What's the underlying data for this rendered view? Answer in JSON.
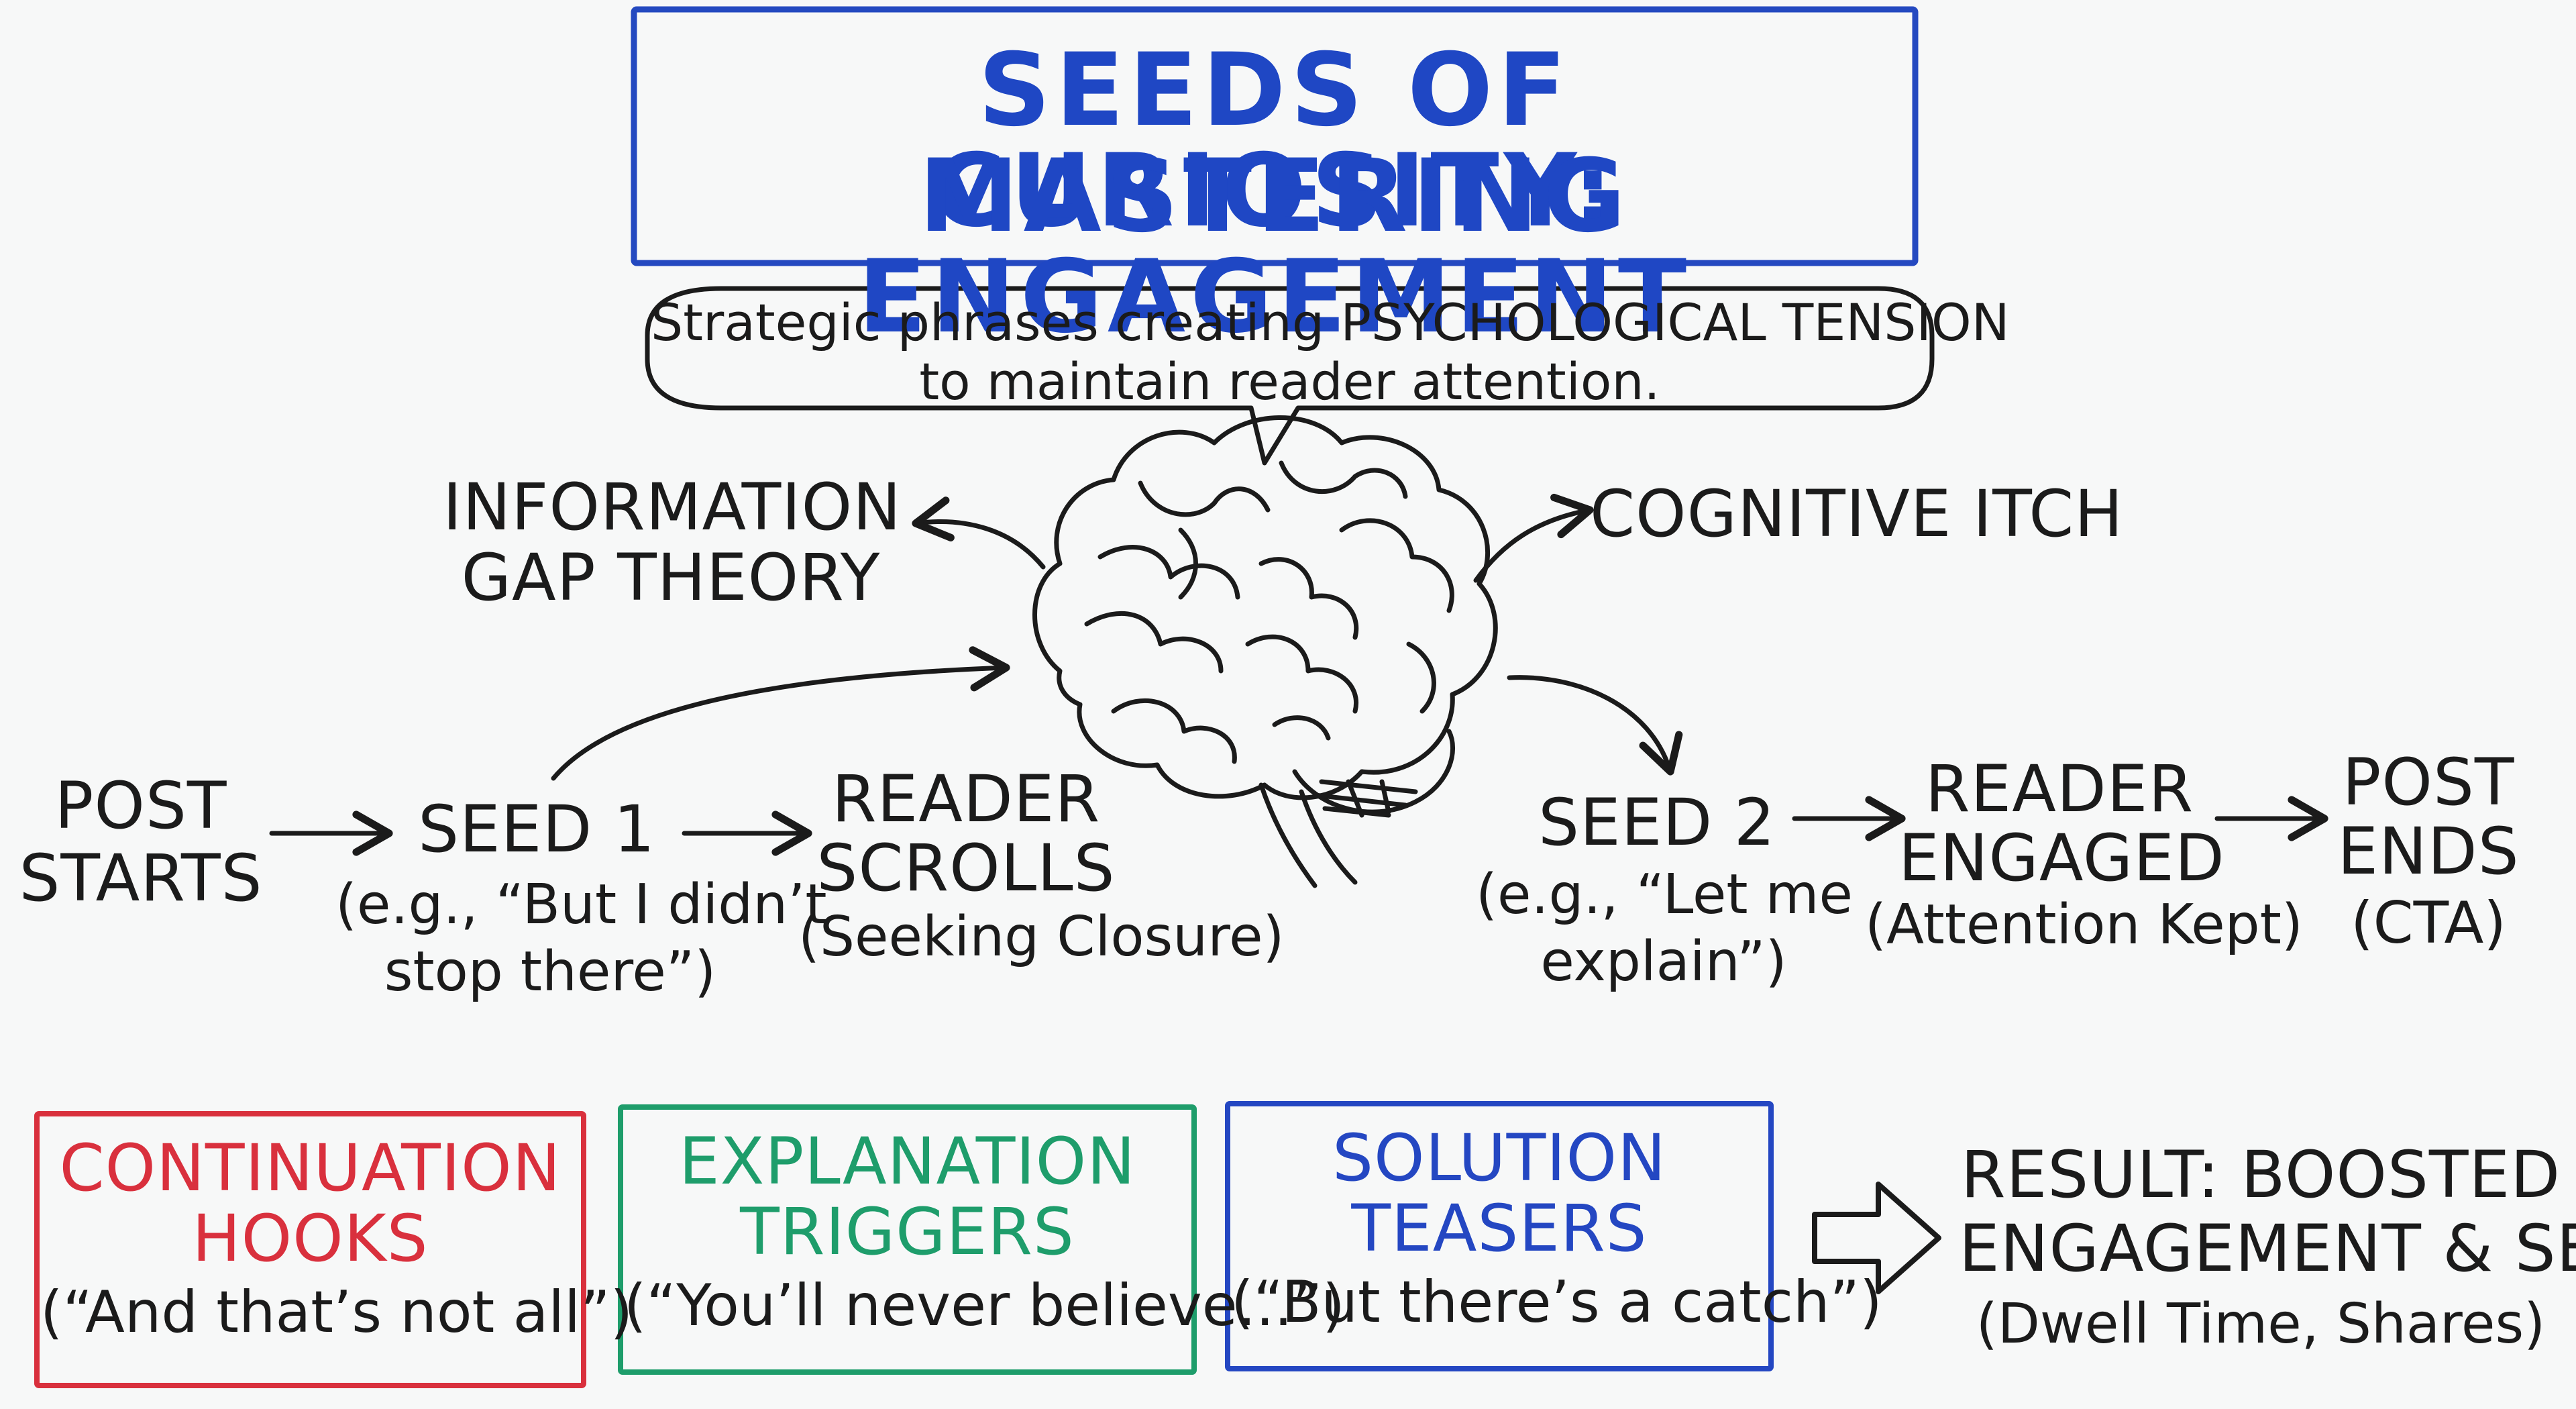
{
  "title": {
    "line1": "SEEDS OF CURIOSITY:",
    "line2": "MASTERING ENGAGEMENT"
  },
  "subtitle": {
    "line1": "Strategic phrases creating PSYCHOLOGICAL TENSION",
    "line2": "to maintain reader attention."
  },
  "brain_branches": {
    "left": {
      "line1": "INFORMATION",
      "line2": "GAP THEORY"
    },
    "right": "COGNITIVE ITCH"
  },
  "flow": {
    "post_starts": {
      "line1": "POST",
      "line2": "STARTS"
    },
    "seed1": {
      "label": "SEED 1",
      "ex1": "(e.g., “But I didn’t",
      "ex2": "stop there”)"
    },
    "reader_scrolls": {
      "line1": "READER",
      "line2": "SCROLLS",
      "note": "(Seeking Closure)"
    },
    "seed2": {
      "label": "SEED 2",
      "ex1": "(e.g., “Let me",
      "ex2": "explain”)"
    },
    "reader_engaged": {
      "line1": "READER",
      "line2": "ENGAGED",
      "note": "(Attention Kept)"
    },
    "post_ends": {
      "line1": "POST",
      "line2": "ENDS",
      "note": "(CTA)"
    }
  },
  "categories": [
    {
      "line1": "CONTINUATION",
      "line2": "HOOKS",
      "example": "(“And that’s not all”)",
      "color": "#d9303d"
    },
    {
      "line1": "EXPLANATION",
      "line2": "TRIGGERS",
      "example": "(“You’ll never believe...”)",
      "color": "#1e9d6b"
    },
    {
      "line1": "SOLUTION",
      "line2": "TEASERS",
      "example": "(“But there’s a catch”)",
      "color": "#2447c2"
    }
  ],
  "result": {
    "line1": "RESULT: BOOSTED",
    "line2": "ENGAGEMENT & SEO",
    "note": "(Dwell Time, Shares)"
  },
  "icons": {
    "brain": "brain-icon",
    "result_arrow": "hollow-right-arrow-icon"
  }
}
